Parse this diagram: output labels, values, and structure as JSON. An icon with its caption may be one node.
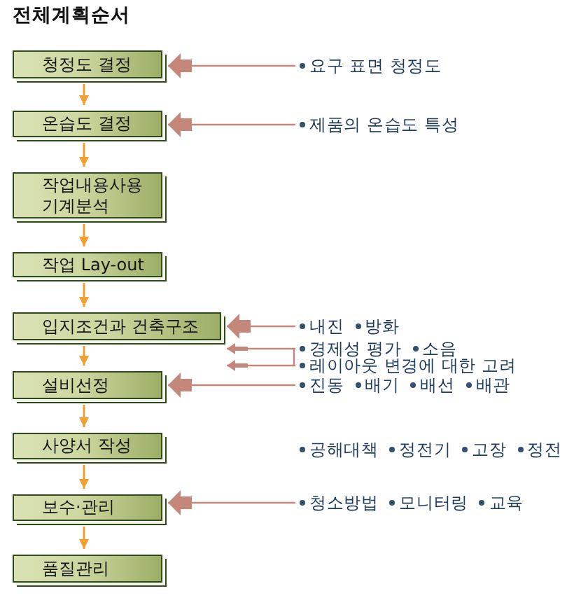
{
  "diagram": {
    "title": "전체계획순서",
    "nodes": [
      {
        "text": [
          "청정도 결정"
        ]
      },
      {
        "text": [
          "온습도 결정"
        ]
      },
      {
        "text": [
          "작업내용사용 기계분석"
        ]
      },
      {
        "text": [
          "작업 Lay-out"
        ]
      },
      {
        "text": [
          "입지조건과 건축구조"
        ]
      },
      {
        "text": [
          "설비선정"
        ]
      },
      {
        "text": [
          "사양서 작성"
        ]
      },
      {
        "text": [
          "보수·관리"
        ]
      },
      {
        "text": [
          "품질관리"
        ]
      },
      {
        "text": [
          "요구 표면 청정도"
        ]
      },
      {
        "text": [
          "제품의 온습도 특성"
        ]
      },
      {
        "text": [
          "내진",
          "방화"
        ]
      },
      {
        "text": [
          "경제성 평가",
          "소음"
        ]
      },
      {
        "text": [
          "레이아웃 변경에 대한 고려"
        ]
      },
      {
        "text": [
          "진동",
          "배기",
          "배선",
          "배관"
        ]
      },
      {
        "text": [
          "청소방법",
          "모니터링",
          "교육"
        ]
      }
    ],
    "edges": [
      {
        "from": 0,
        "to": 1,
        "arrow": "to"
      },
      {
        "from": 1,
        "to": 2,
        "arrow": "to"
      },
      {
        "from": 2,
        "to": 3,
        "arrow": "to"
      },
      {
        "from": 3,
        "to": 4,
        "arrow": "to"
      },
      {
        "from": 4,
        "to": 5,
        "arrow": "to"
      },
      {
        "from": 5,
        "to": 6,
        "arrow": "to"
      },
      {
        "from": 6,
        "to": 7,
        "arrow": "to"
      },
      {
        "from": 7,
        "to": 8,
        "arrow": "to"
      },
      {
        "from": 9,
        "to": 0,
        "arrow": "to",
        "color": "#c4887a"
      },
      {
        "from": 10,
        "to": 1,
        "arrow": "to",
        "color": "#c4887a"
      },
      {
        "from": 11,
        "to": 4,
        "arrow": "to",
        "color": "#c4887a"
      },
      {
        "from": 12,
        "to": 4,
        "arrow": "to",
        "color": "#c4887a"
      },
      {
        "from": 13,
        "to": 4,
        "arrow": "to",
        "color": "#c4887a"
      },
      {
        "from": 14,
        "to": 5,
        "arrow": "to",
        "color": "#c4887a"
      },
      {
        "from": 15,
        "to": 7,
        "arrow": "to",
        "color": "#c4887a"
      }
    ],
    "labels": [
      "공해대책",
      "정전기",
      "고장",
      "정전"
    ]
  }
}
